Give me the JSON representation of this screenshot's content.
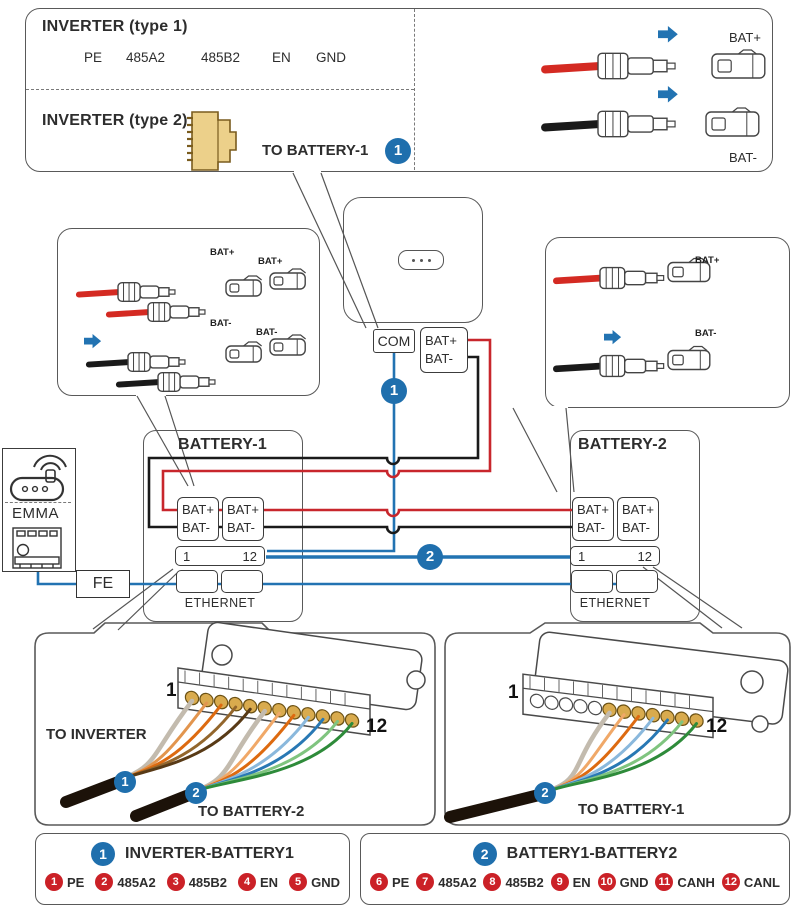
{
  "strings": {
    "bat_plus": "BAT+",
    "bat_minus": "BAT-"
  },
  "colors": {
    "badge_blue": "#1f6fad",
    "badge_red": "#cb2127",
    "wire_red": "#c8262c",
    "wire_black": "#1a1a1a",
    "wire_blue": "#2273b2",
    "terminal_gold": "#d9ab4e",
    "rj45_tan": "#ecd08a"
  },
  "top_panel": {
    "inverter_type1": "INVERTER (type 1)",
    "pins": [
      "PE",
      "485A2",
      "485B2",
      "EN",
      "GND"
    ],
    "inverter_type2": "INVERTER (type 2)",
    "callout": "TO BATTERY-1",
    "callout_badge": "1"
  },
  "inverter": {
    "com": "COM",
    "badge": "1"
  },
  "battery1": {
    "title": "BATTERY-1",
    "port_first": "1",
    "port_last": "12",
    "ethernet": "ETHERNET"
  },
  "battery2": {
    "title": "BATTERY-2",
    "port_first": "1",
    "port_last": "12",
    "ethernet": "ETHERNET"
  },
  "emma": {
    "label": "EMMA"
  },
  "fe": {
    "label": "FE"
  },
  "link_badge": "2",
  "terminal_left": {
    "first": "1",
    "last": "12",
    "to_inverter": "TO INVERTER",
    "to_battery2": "TO BATTERY-2",
    "badge_inverter": "1",
    "badge_battery": "2"
  },
  "terminal_right": {
    "first": "1",
    "last": "12",
    "to_battery1": "TO BATTERY-1",
    "badge": "2"
  },
  "legend1": {
    "badge": "1",
    "title": "INVERTER-BATTERY1",
    "pins": [
      {
        "num": "1",
        "label": "PE"
      },
      {
        "num": "2",
        "label": "485A2"
      },
      {
        "num": "3",
        "label": "485B2"
      },
      {
        "num": "4",
        "label": "EN"
      },
      {
        "num": "5",
        "label": "GND"
      }
    ]
  },
  "legend2": {
    "badge": "2",
    "title": "BATTERY1-BATTERY2",
    "pins": [
      {
        "num": "6",
        "label": "PE"
      },
      {
        "num": "7",
        "label": "485A2"
      },
      {
        "num": "8",
        "label": "485B2"
      },
      {
        "num": "9",
        "label": "EN"
      },
      {
        "num": "10",
        "label": "GND"
      },
      {
        "num": "11",
        "label": "CANH"
      },
      {
        "num": "12",
        "label": "CANL"
      }
    ]
  }
}
